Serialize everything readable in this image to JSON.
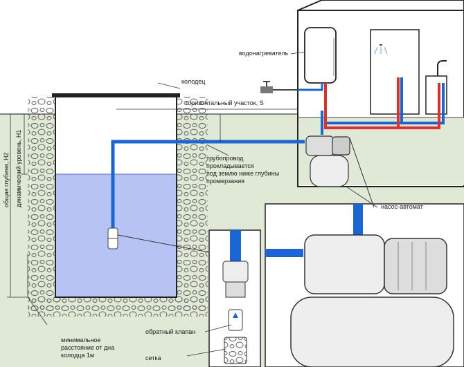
{
  "labels": {
    "water_heater": "водонагреватель",
    "well": "колодец",
    "horizontal_section": "горизонтальный участок, S",
    "pipeline_line1": "трубопровод",
    "pipeline_line2": "прокладывается",
    "pipeline_line3": "под землю ниже глубины",
    "pipeline_line4": "промерзания",
    "pump_station": "насос-автомат",
    "total_depth": "общая глубина, Н2",
    "dynamic_level": "динамический уровень, Н1",
    "min_distance_line1": "минимальное",
    "min_distance_line2": "расстояние от дна",
    "min_distance_line3": "колодца 1м",
    "check_valve": "обратный клапан",
    "strainer": "сетка"
  },
  "colors": {
    "ground": "#dfe9d6",
    "water": "#b7c3f2",
    "hot_pipe": "#e0302a",
    "cold_pipe": "#1a66d6",
    "outline": "#222222"
  }
}
